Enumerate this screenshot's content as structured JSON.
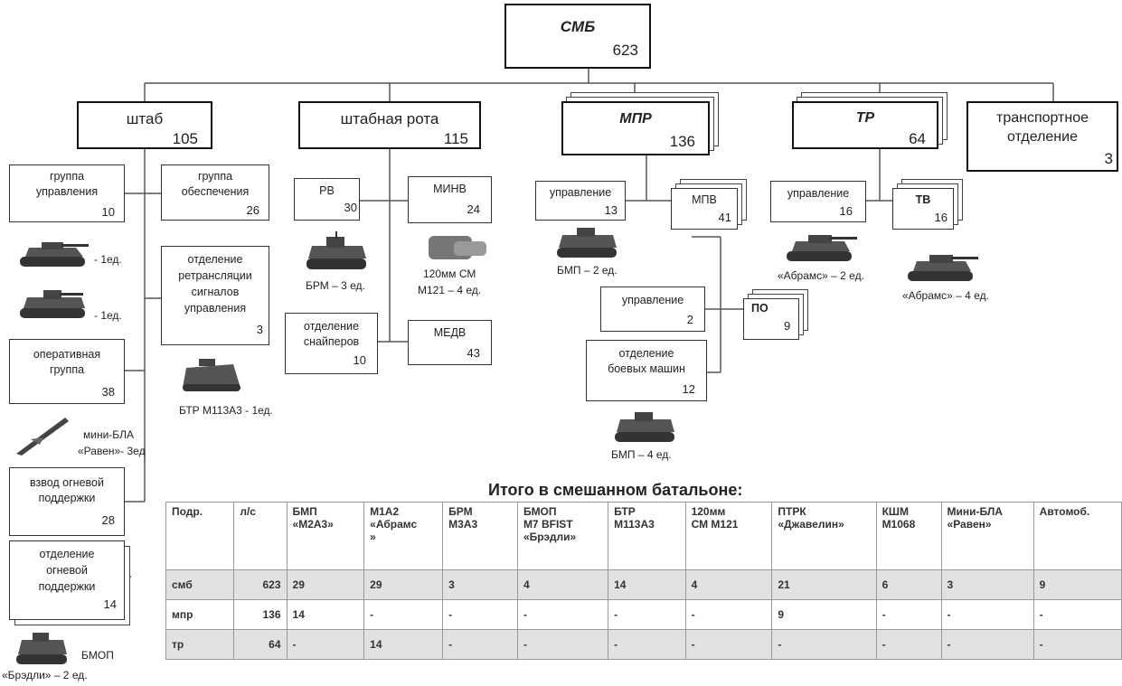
{
  "root": {
    "name": "СМБ",
    "count": "623"
  },
  "level1": {
    "shtab": {
      "name": "штаб",
      "count": "105"
    },
    "shtab_rota": {
      "name": "штабная рота",
      "count": "115"
    },
    "mpr": {
      "name": "МПР",
      "count": "136"
    },
    "tr": {
      "name": "ТР",
      "count": "64"
    },
    "transport": {
      "name_line1": "транспортное",
      "name_line2": "отделение",
      "count": "3"
    }
  },
  "shtab_units": {
    "gu": {
      "line1": "группа",
      "line2": "управления",
      "count": "10"
    },
    "go": {
      "line1": "группа",
      "line2": "обеспечения",
      "count": "26"
    },
    "ors": {
      "line1": "отделение",
      "line2": "ретрансляции",
      "line3": "сигналов",
      "line4": "управления",
      "count": "3"
    },
    "og": {
      "line1": "оперативная",
      "line2": "группа",
      "count": "38"
    },
    "vop": {
      "line1": "взвод огневой",
      "line2": "поддержки",
      "count": "28"
    },
    "oop": {
      "line1": "отделение",
      "line2": "огневой",
      "line3": "поддержки",
      "count": "14"
    }
  },
  "shtab_captions": {
    "tank1": "- 1ед.",
    "tank2": "- 1ед.",
    "btr": "БТР М113А3   - 1ед.",
    "uav_line1": "мини-БЛА",
    "uav_line2": "«Равен»- 3ед",
    "bmop_line1": "БМОП",
    "bmop_line2": "«Брэдли» – 2 ед."
  },
  "rota_units": {
    "rv": {
      "name": "РВ",
      "count": "30"
    },
    "minv": {
      "name": "МИНВ",
      "count": "24"
    },
    "os": {
      "line1": "отделение",
      "line2": "снайперов",
      "count": "10"
    },
    "medv": {
      "name": "МЕДВ",
      "count": "43"
    }
  },
  "rota_captions": {
    "brm": "БРМ – 3 ед.",
    "mortar_line1": "120мм СМ",
    "mortar_line2": "М121 – 4 ед."
  },
  "mpr_units": {
    "upr": {
      "name": "управление",
      "count": "13"
    },
    "mpv": {
      "name": "МПВ",
      "count": "41"
    },
    "upr2": {
      "name": "управление",
      "count": "2"
    },
    "po": {
      "name": "ПО",
      "count": "9"
    },
    "obm": {
      "line1": "отделение",
      "line2": "боевых машин",
      "count": "12"
    }
  },
  "mpr_captions": {
    "bmp2": "БМП – 2 ед.",
    "bmp4": "БМП – 4 ед."
  },
  "tr_units": {
    "upr": {
      "name": "управление",
      "count": "16"
    },
    "tv": {
      "name": "ТВ",
      "count": "16"
    }
  },
  "tr_captions": {
    "abrams2": "«Абрамс» – 2 ед.",
    "abrams4": "«Абрамс» – 4 ед."
  },
  "summary": {
    "title": "Итого в смешанном батальоне:",
    "headers": [
      [
        "Подр."
      ],
      [
        "л/с"
      ],
      [
        "БМП",
        "«М2А3»"
      ],
      [
        "М1А2",
        "«Абрамс",
        "»"
      ],
      [
        "БРМ",
        "М3А3"
      ],
      [
        "БМОП",
        "М7 BFIST",
        "«Брэдли»"
      ],
      [
        "БТР",
        "М113А3"
      ],
      [
        "120мм",
        "СМ М121"
      ],
      [
        "ПТРК",
        "«Джавелин»"
      ],
      [
        "КШМ",
        "М1068"
      ],
      [
        "Мини-БЛА",
        "«Равен»"
      ],
      [
        "Автомоб."
      ]
    ],
    "rows": [
      [
        "смб",
        "623",
        "29",
        "29",
        "3",
        "4",
        "14",
        "4",
        "21",
        "6",
        "3",
        "9"
      ],
      [
        "мпр",
        "136",
        "14",
        "-",
        "-",
        "-",
        "-",
        "-",
        "9",
        "-",
        "-",
        "-"
      ],
      [
        "тр",
        "64",
        "-",
        "14",
        "-",
        "-",
        "-",
        "-",
        "-",
        "-",
        "-",
        "-"
      ]
    ]
  }
}
